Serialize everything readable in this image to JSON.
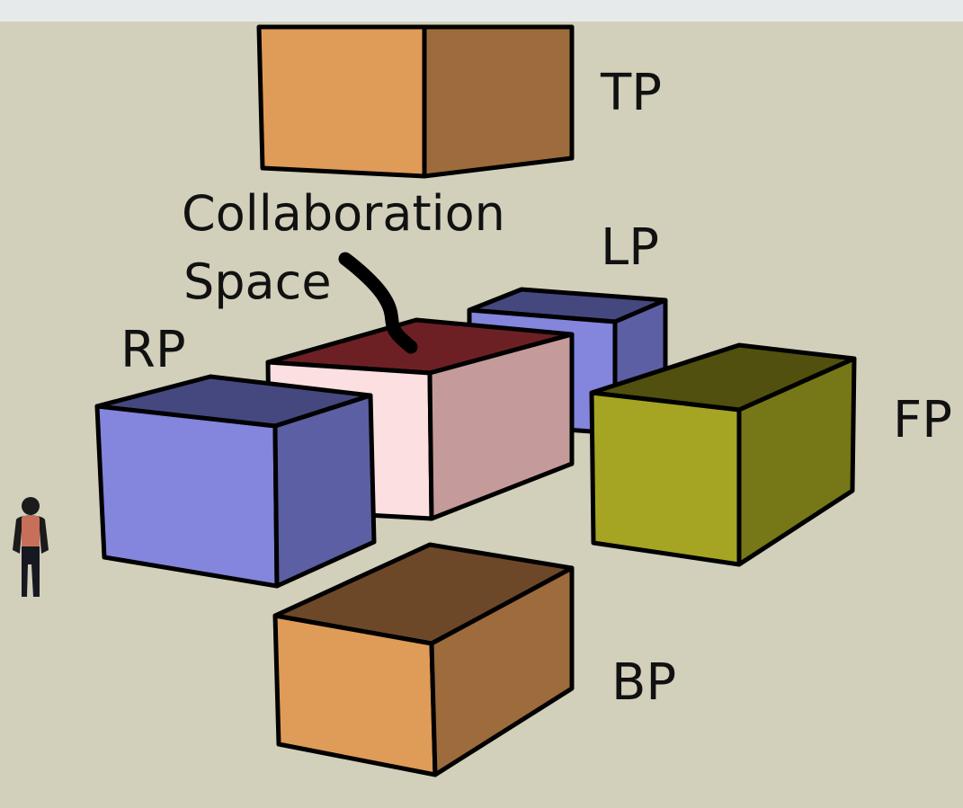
{
  "canvas": {
    "background": "#d2cfbb",
    "top_strip": "#e6eaeb"
  },
  "boxes": [
    {
      "id": "tp",
      "label": "TP",
      "front": "#df9b58",
      "side": "#9d6b3c",
      "top": "#b57a44"
    },
    {
      "id": "lp",
      "label": "LP",
      "front": "#8485dd",
      "side": "#5c5fa3",
      "top": "#45487f"
    },
    {
      "id": "collab",
      "label": "",
      "front": "#fcdfe0",
      "side": "#c49b9a",
      "top": "#6d2024"
    },
    {
      "id": "rp",
      "label": "RP",
      "front": "#8485dd",
      "side": "#5c5fa3",
      "top": "#45487f"
    },
    {
      "id": "fp",
      "label": "FP",
      "front": "#a5a523",
      "side": "#767716",
      "top": "#51500f"
    },
    {
      "id": "bp",
      "label": "BP",
      "front": "#df9b58",
      "side": "#9d6b3c",
      "top": "#6d4828"
    }
  ],
  "annotation": {
    "line1": "Collaboration",
    "line2": "Space"
  },
  "figure": {
    "name": "person-figure"
  }
}
